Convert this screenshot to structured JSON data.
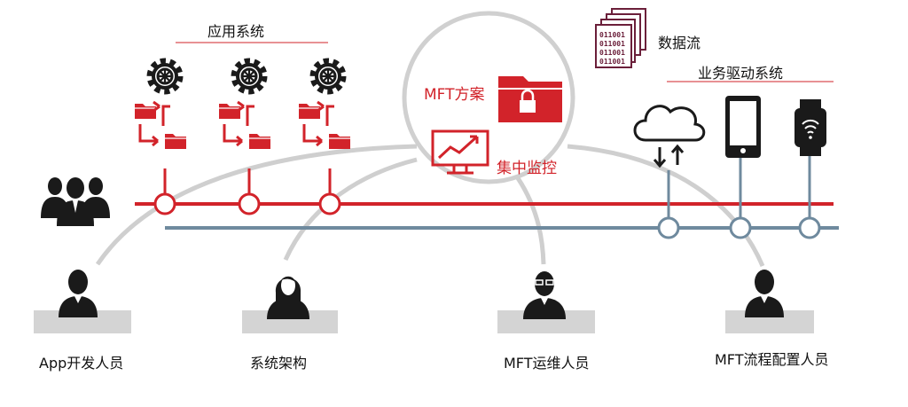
{
  "labels": {
    "app_systems": "应用系统",
    "data_flow": "数据流",
    "business_driven": "业务驱动系统",
    "mft_solution": "MFT方案",
    "central_monitoring": "集中监控",
    "app_developer": "App开发人员",
    "system_architecture": "系统架构",
    "mft_ops": "MFT运维人员",
    "mft_config": "MFT流程配置人员"
  },
  "binary_text": [
    "011001",
    "011001",
    "011001",
    "011001"
  ],
  "colors": {
    "accent_red": "#d2232a",
    "steel_blue": "#6f8a9e",
    "gray_arc": "#c8c8c8",
    "dark_purple": "#6b1f3a",
    "icon_black": "#1a1a1a",
    "person_bar": "#d4d4d4"
  },
  "icons": [
    "gear-icon",
    "folder-transfer-icon",
    "folder-lock-icon",
    "monitor-chart-icon",
    "cloud-sync-icon",
    "mobile-phone-icon",
    "smartwatch-icon",
    "person-icon",
    "group-icon",
    "binary-docs-icon"
  ]
}
